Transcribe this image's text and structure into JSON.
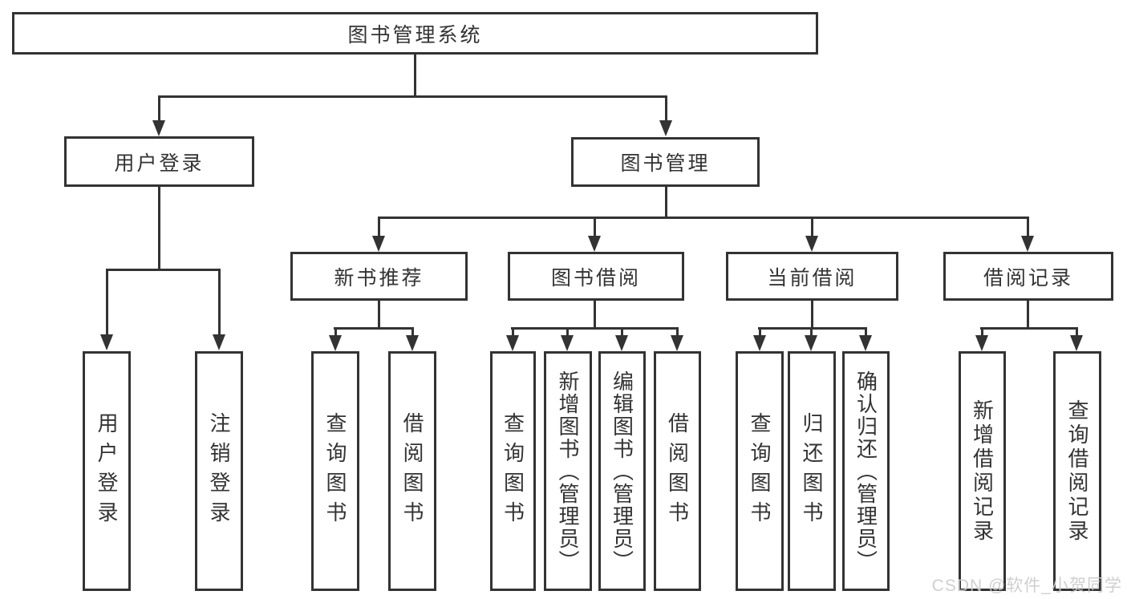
{
  "diagram": {
    "type": "hierarchy-tree",
    "root": {
      "label": "图书管理系统"
    },
    "branches": [
      {
        "label": "用户登录",
        "children": [
          {
            "label": "用户登录"
          },
          {
            "label": "注销登录"
          }
        ]
      },
      {
        "label": "图书管理",
        "children": [
          {
            "label": "新书推荐",
            "children": [
              {
                "label": "查询图书"
              },
              {
                "label": "借阅图书"
              }
            ]
          },
          {
            "label": "图书借阅",
            "children": [
              {
                "label": "查询图书"
              },
              {
                "label": "新增图书（管理员）"
              },
              {
                "label": "编辑图书（管理员）"
              },
              {
                "label": "借阅图书"
              }
            ]
          },
          {
            "label": "当前借阅",
            "children": [
              {
                "label": "查询图书"
              },
              {
                "label": "归还图书"
              },
              {
                "label": "确认归还（管理员）"
              }
            ]
          },
          {
            "label": "借阅记录",
            "children": [
              {
                "label": "新增借阅记录"
              },
              {
                "label": "查询借阅记录"
              }
            ]
          }
        ]
      }
    ]
  },
  "watermark": {
    "text": "CSDN @软件_小贺同学",
    "color": "#cbcbcb"
  },
  "colors": {
    "line": "#333333",
    "text": "#333333",
    "background": "#ffffff"
  }
}
